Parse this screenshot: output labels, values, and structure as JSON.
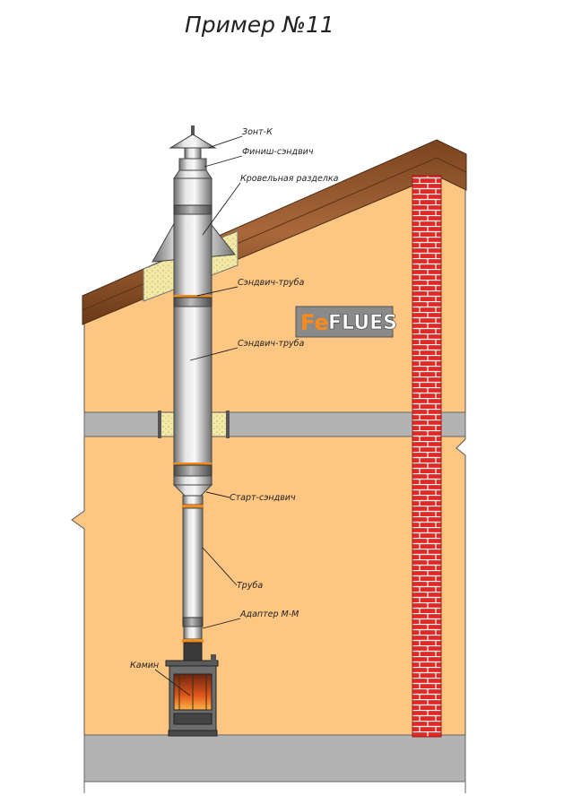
{
  "title": "Пример №11",
  "logo": {
    "part1": "Fe",
    "part2": "FLUES"
  },
  "labels": {
    "zont": "Зонт-К",
    "finish": "Финиш-сэндвич",
    "roof_pass": "Кровельная разделка",
    "sandwich1": "Сэндвич-труба",
    "sandwich2": "Сэндвич-труба",
    "start": "Старт-сэндвич",
    "pipe": "Труба",
    "adapter": "Адаптер М-М",
    "fireplace": "Камин"
  },
  "colors": {
    "wall": "#fdc682",
    "roof": "#9b5a2c",
    "brick": "#e02a26",
    "floor": "#b3b3b3",
    "insulation": "#f2eaa5",
    "steel": "#c4c4c4"
  }
}
